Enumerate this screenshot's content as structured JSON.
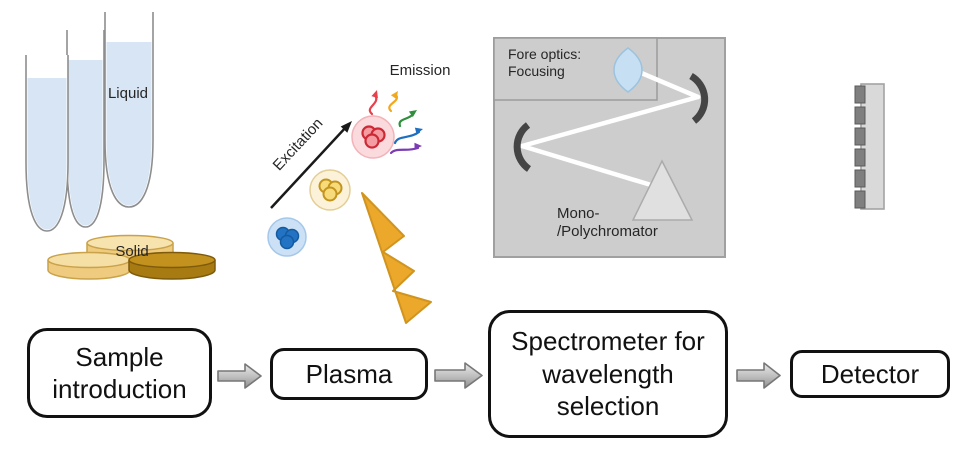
{
  "sample": {
    "liquid_label": "Liquid",
    "solid_label": "Solid"
  },
  "plasma": {
    "excitation_label": "Excitation",
    "emission_label": "Emission"
  },
  "spectrometer": {
    "fore_optics_line1": "Fore optics:",
    "fore_optics_line2": "Focusing",
    "chromator_line1": "Mono-",
    "chromator_line2": "/Polychromator"
  },
  "flow": {
    "steps": [
      {
        "label": "Sample introduction"
      },
      {
        "label": "Plasma"
      },
      {
        "label": "Spectrometer for wavelength selection"
      },
      {
        "label": "Detector"
      }
    ]
  },
  "colors": {
    "liquid_blue": "#D7E5F5",
    "tube_outline": "#8E8E8E",
    "solid_disc_light_top": "#F7E3AE",
    "solid_disc_light_side": "#EFCB80",
    "solid_disc_dark_top": "#C3911D",
    "solid_disc_dark_side": "#A87A12",
    "lightning_bolt": "#EBA82A",
    "atom_blue_nucleus": "#2273C4",
    "atom_yellow_nucleus": "#E8B93C",
    "atom_red_nucleus": "#CC2936",
    "emission_arrow_red": "#E8414B",
    "emission_arrow_orange": "#F2A81D",
    "emission_arrow_green": "#2F8F3C",
    "emission_arrow_blue": "#1F6FC0",
    "emission_arrow_purple": "#7A3BB5",
    "spectrometer_body": "#CDCDCD",
    "mirror_dark": "#454545",
    "beam_white": "#FFFFFF",
    "lens_blue": "#C7DFF2",
    "detector_panel": "#D9D9D9",
    "detector_cell": "#7F7F7F",
    "flow_arrow_gray": "#BFBFBF"
  }
}
